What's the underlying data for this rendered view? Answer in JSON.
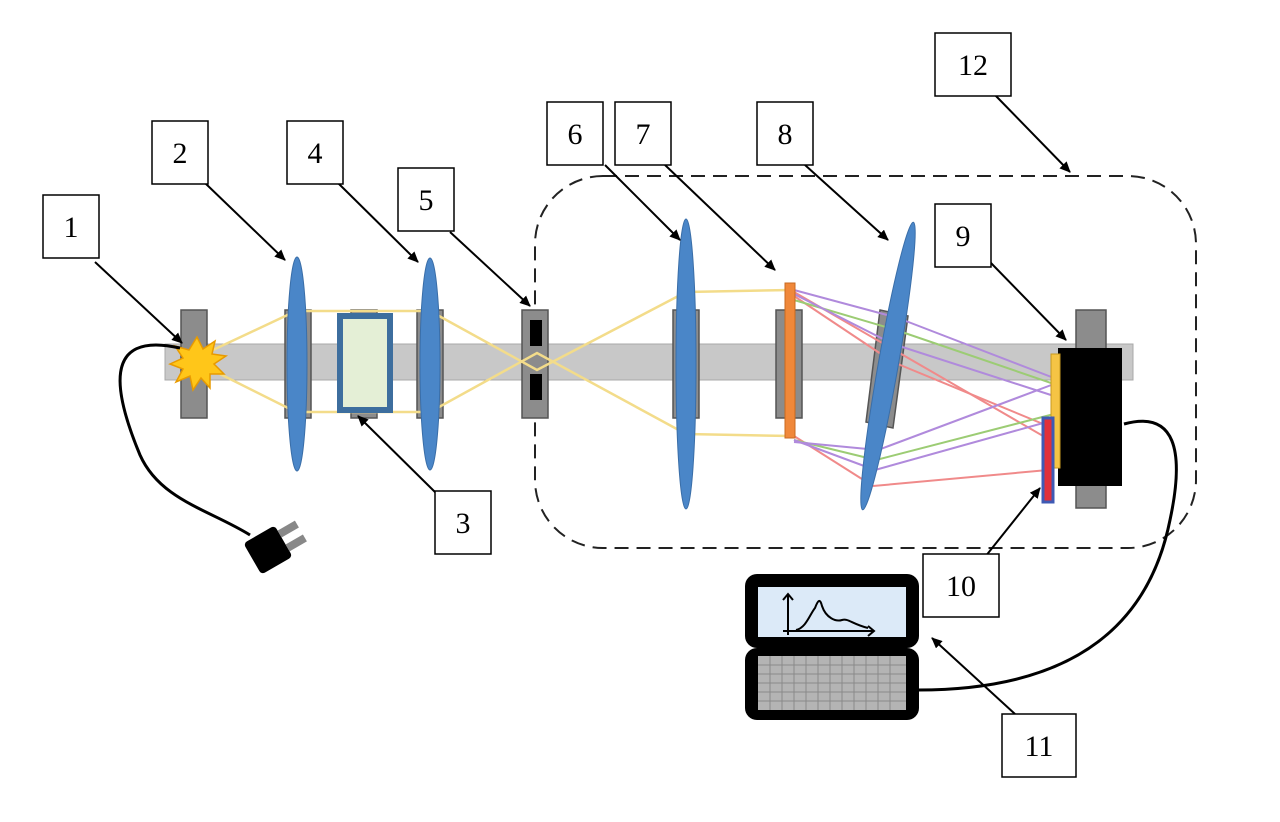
{
  "callouts": [
    {
      "id": "1",
      "text": "1"
    },
    {
      "id": "2",
      "text": "2"
    },
    {
      "id": "3",
      "text": "3"
    },
    {
      "id": "4",
      "text": "4"
    },
    {
      "id": "5",
      "text": "5"
    },
    {
      "id": "6",
      "text": "6"
    },
    {
      "id": "7",
      "text": "7"
    },
    {
      "id": "8",
      "text": "8"
    },
    {
      "id": "9",
      "text": "9"
    },
    {
      "id": "10",
      "text": "10"
    },
    {
      "id": "11",
      "text": "11"
    },
    {
      "id": "12",
      "text": "12"
    }
  ],
  "colors": {
    "optical_rail": "#c8c8c8",
    "lens": "#4a86c8",
    "mount": "#8c8c8c",
    "beam": "#f3dc8a",
    "cuvette_frame": "#3d6e9e",
    "cuvette_fill": "#e4efd6",
    "grating": "#f0883a",
    "ray_red": "#f08a8a",
    "ray_green": "#9ccc74",
    "ray_purple": "#b08adc",
    "detector_strip": "#f5c445",
    "filter_red": "#e0303a",
    "filter_blue": "#3e5ab4",
    "lamp_burst": "#ffc619",
    "screen": "#dceaf8",
    "device_body": "#000000",
    "keyboard": "#b4b4b4"
  },
  "icons": {
    "lamp": "light-burst-icon",
    "plug": "power-plug-icon",
    "computer": "spectrum-computer-icon"
  }
}
